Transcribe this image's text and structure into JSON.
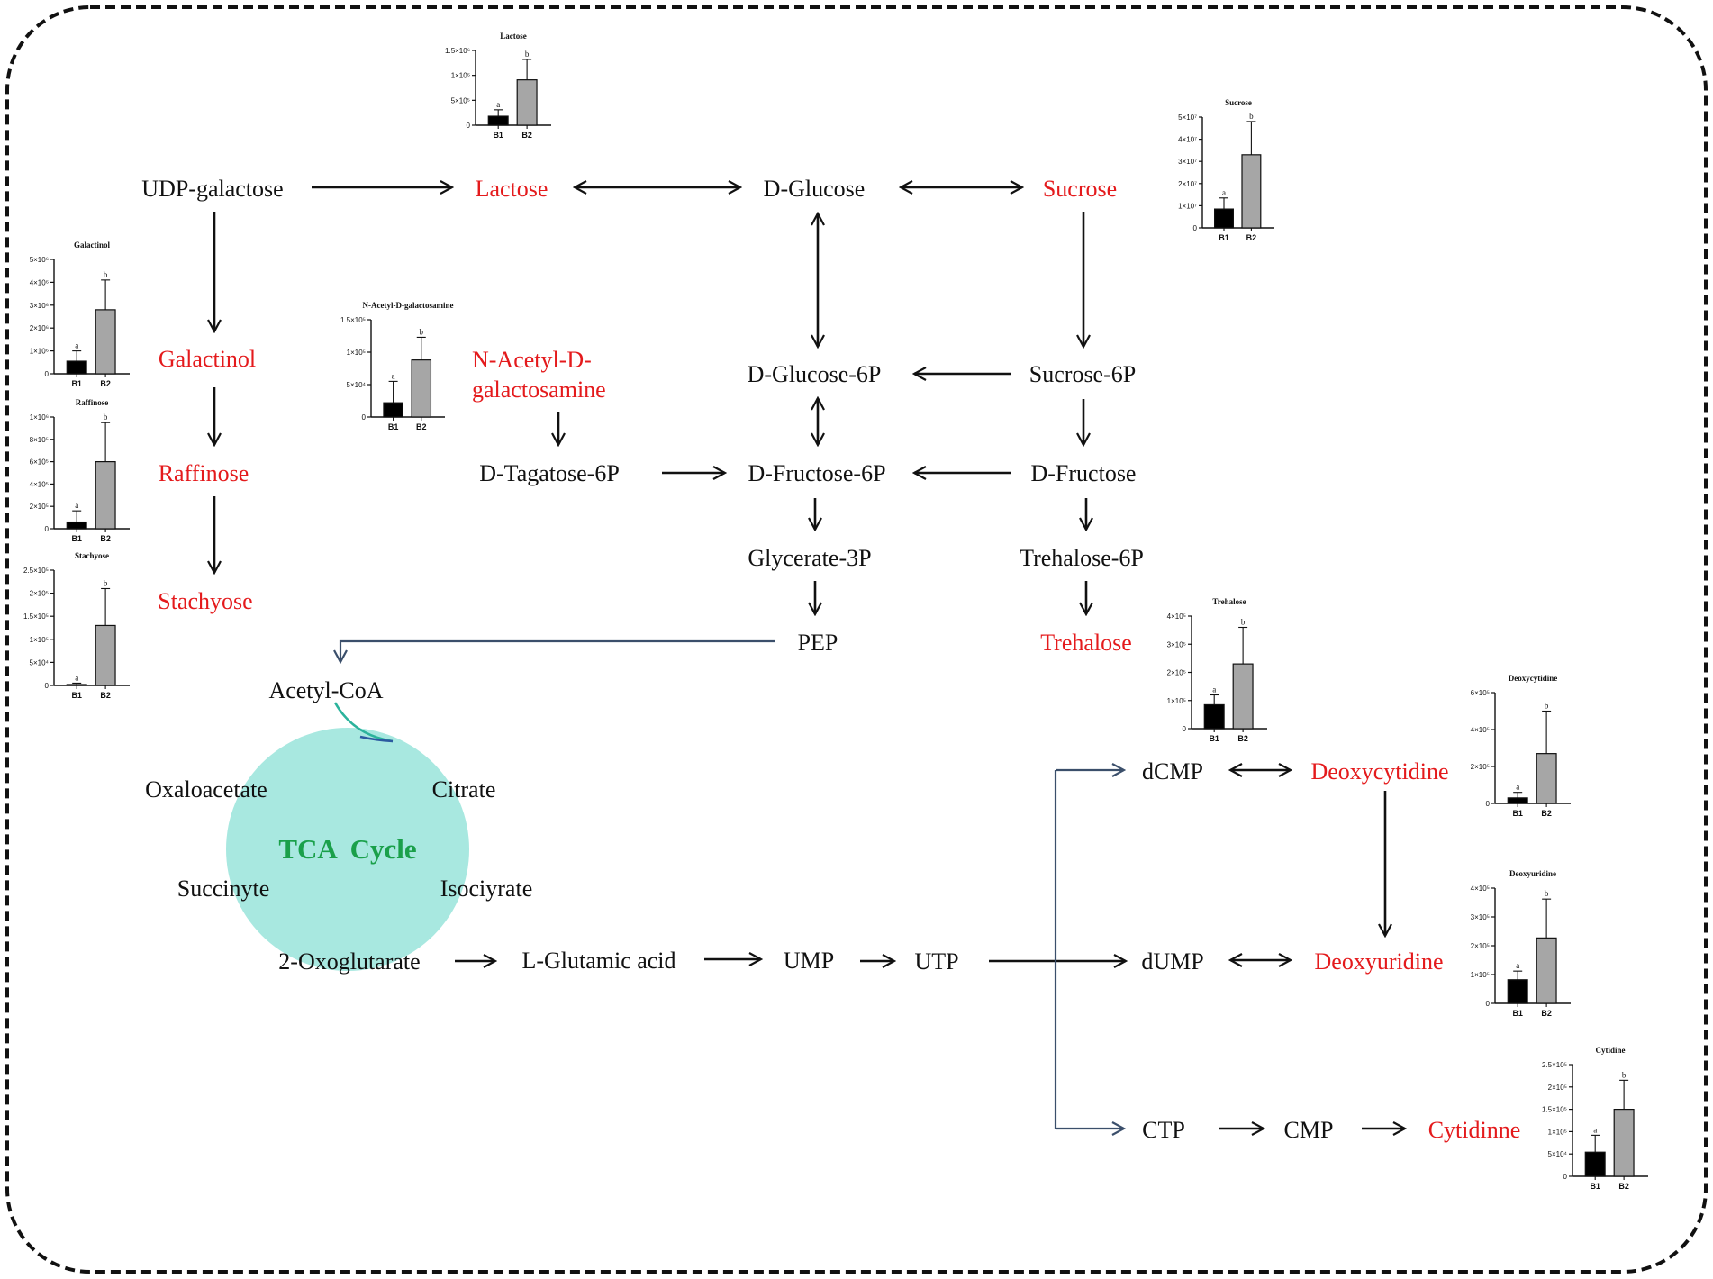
{
  "colors": {
    "highlight": "#e41a1c",
    "normal": "#111111",
    "tca_fill": "#a8e8e0",
    "tca_text": "#1aa04a",
    "link_blue": "#3b4f6b",
    "bar_b1": "#000000",
    "bar_b2": "#a6a6a6"
  },
  "nodes": {
    "udp_galactose": "UDP-galactose",
    "lactose": "Lactose",
    "d_glucose": "D-Glucose",
    "sucrose": "Sucrose",
    "galactinol": "Galactinol",
    "raffinose": "Raffinose",
    "stachyose": "Stachyose",
    "nag_line1": "N-Acetyl-D-",
    "nag_line2": "galactosamine",
    "d_glucose_6p": "D-Glucose-6P",
    "sucrose_6p": "Sucrose-6P",
    "d_tagatose_6p": "D-Tagatose-6P",
    "d_fructose_6p": "D-Fructose-6P",
    "d_fructose": "D-Fructose",
    "glycerate_3p": "Glycerate-3P",
    "trehalose_6p": "Trehalose-6P",
    "pep": "PEP",
    "trehalose": "Trehalose",
    "acetyl_coa": "Acetyl-CoA",
    "oxaloacetate": "Oxaloacetate",
    "citrate": "Citrate",
    "tca_cycle": "TCA  Cycle",
    "succinyte": "Succinyte",
    "isociyrate": "Isociyrate",
    "oxoglutarate": "2-Oxoglutarate",
    "l_glutamic_acid": "L-Glutamic acid",
    "ump": "UMP",
    "utp": "UTP",
    "dcmp": "dCMP",
    "deoxycytidine": "Deoxycytidine",
    "dump": "dUMP",
    "deoxyuridine": "Deoxyuridine",
    "ctp": "CTP",
    "cmp": "CMP",
    "cytidinne": "Cytidinne"
  },
  "chart_data": [
    {
      "id": "lactose",
      "type": "bar",
      "title": "Lactose",
      "categories": [
        "B1",
        "B2"
      ],
      "values": [
        180000,
        910000
      ],
      "errors": [
        130000,
        410000
      ],
      "sig": [
        "a",
        "b"
      ],
      "ylim": [
        0,
        1500000
      ],
      "yticks": [
        "0",
        "5×10⁵",
        "1×10⁶",
        "1.5×10⁶"
      ]
    },
    {
      "id": "sucrose",
      "type": "bar",
      "title": "Sucrose",
      "categories": [
        "B1",
        "B2"
      ],
      "values": [
        8500000,
        33000000
      ],
      "errors": [
        5000000,
        15000000
      ],
      "sig": [
        "a",
        "b"
      ],
      "ylim": [
        0,
        50000000
      ],
      "yticks": [
        "0",
        "1×10⁷",
        "2×10⁷",
        "3×10⁷",
        "4×10⁷",
        "5×10⁷"
      ]
    },
    {
      "id": "galactinol",
      "type": "bar",
      "title": "Galactinol",
      "categories": [
        "B1",
        "B2"
      ],
      "values": [
        550000,
        2800000
      ],
      "errors": [
        450000,
        1300000
      ],
      "sig": [
        "a",
        "b"
      ],
      "ylim": [
        0,
        5000000
      ],
      "yticks": [
        "0",
        "1×10⁶",
        "2×10⁶",
        "3×10⁶",
        "4×10⁶",
        "5×10⁶"
      ]
    },
    {
      "id": "nag",
      "type": "bar",
      "title": "N-Acetyl-D-galactosamine",
      "categories": [
        "B1",
        "B2"
      ],
      "values": [
        22000,
        88000
      ],
      "errors": [
        33000,
        35000
      ],
      "sig": [
        "a",
        "b"
      ],
      "ylim": [
        0,
        150000
      ],
      "yticks": [
        "0",
        "5×10⁴",
        "1×10⁵",
        "1.5×10⁵"
      ]
    },
    {
      "id": "raffinose",
      "type": "bar",
      "title": "Raffinose",
      "categories": [
        "B1",
        "B2"
      ],
      "values": [
        60000,
        600000
      ],
      "errors": [
        100000,
        350000
      ],
      "sig": [
        "a",
        "b"
      ],
      "ylim": [
        0,
        1000000
      ],
      "yticks": [
        "0",
        "2×10⁵",
        "4×10⁵",
        "6×10⁵",
        "8×10⁵",
        "1×10⁶"
      ]
    },
    {
      "id": "stachyose",
      "type": "bar",
      "title": "Stachyose",
      "categories": [
        "B1",
        "B2"
      ],
      "values": [
        2000,
        130000
      ],
      "errors": [
        3000,
        80000
      ],
      "sig": [
        "a",
        "b"
      ],
      "ylim": [
        0,
        250000
      ],
      "yticks": [
        "0",
        "5×10⁴",
        "1×10⁵",
        "1.5×10⁵",
        "2×10⁵",
        "2.5×10⁵"
      ]
    },
    {
      "id": "trehalose",
      "type": "bar",
      "title": "Trehalose",
      "categories": [
        "B1",
        "B2"
      ],
      "values": [
        85000,
        230000
      ],
      "errors": [
        35000,
        130000
      ],
      "sig": [
        "a",
        "b"
      ],
      "ylim": [
        0,
        400000
      ],
      "yticks": [
        "0",
        "1×10⁵",
        "2×10⁵",
        "3×10⁵",
        "4×10⁵"
      ]
    },
    {
      "id": "deoxycytidine",
      "type": "bar",
      "title": "Deoxycytidine",
      "categories": [
        "B1",
        "B2"
      ],
      "values": [
        30000,
        270000
      ],
      "errors": [
        30000,
        230000
      ],
      "sig": [
        "a",
        "b"
      ],
      "ylim": [
        0,
        600000
      ],
      "yticks": [
        "0",
        "2×10⁵",
        "4×10⁵",
        "6×10⁵"
      ]
    },
    {
      "id": "deoxyuridine",
      "type": "bar",
      "title": "Deoxyuridine",
      "categories": [
        "B1",
        "B2"
      ],
      "values": [
        82000,
        227000
      ],
      "errors": [
        30000,
        135000
      ],
      "sig": [
        "a",
        "b"
      ],
      "ylim": [
        0,
        400000
      ],
      "yticks": [
        "0",
        "1×10⁵",
        "2×10⁵",
        "3×10⁵",
        "4×10⁵"
      ]
    },
    {
      "id": "cytidine",
      "type": "bar",
      "title": "Cytidine",
      "categories": [
        "B1",
        "B2"
      ],
      "values": [
        54000,
        150000
      ],
      "errors": [
        38000,
        65000
      ],
      "sig": [
        "a",
        "b"
      ],
      "ylim": [
        0,
        250000
      ],
      "yticks": [
        "0",
        "5×10⁴",
        "1×10⁵",
        "1.5×10⁵",
        "2×10⁵",
        "2.5×10⁵"
      ]
    }
  ]
}
